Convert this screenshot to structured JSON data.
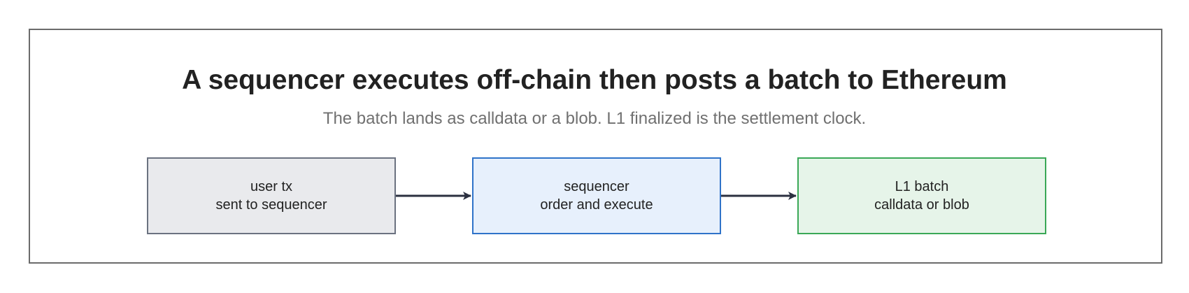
{
  "title": "A sequencer executes off-chain then posts a batch to Ethereum",
  "subtitle": "The batch lands as calldata or a blob. L1 finalized is the settlement clock.",
  "colors": {
    "frame_border": "#6b6b6b",
    "arrow": "#2b3040"
  },
  "nodes": [
    {
      "line1": "user tx",
      "line2": "sent to sequencer",
      "fill": "#e9eaed",
      "border": "#6b7280"
    },
    {
      "line1": "sequencer",
      "line2": "order and execute",
      "fill": "#e7f0fc",
      "border": "#2f73c9"
    },
    {
      "line1": "L1 batch",
      "line2": "calldata or blob",
      "fill": "#e6f4e9",
      "border": "#3aa857"
    }
  ],
  "edges": [
    {
      "from": 0,
      "to": 1
    },
    {
      "from": 1,
      "to": 2
    }
  ]
}
